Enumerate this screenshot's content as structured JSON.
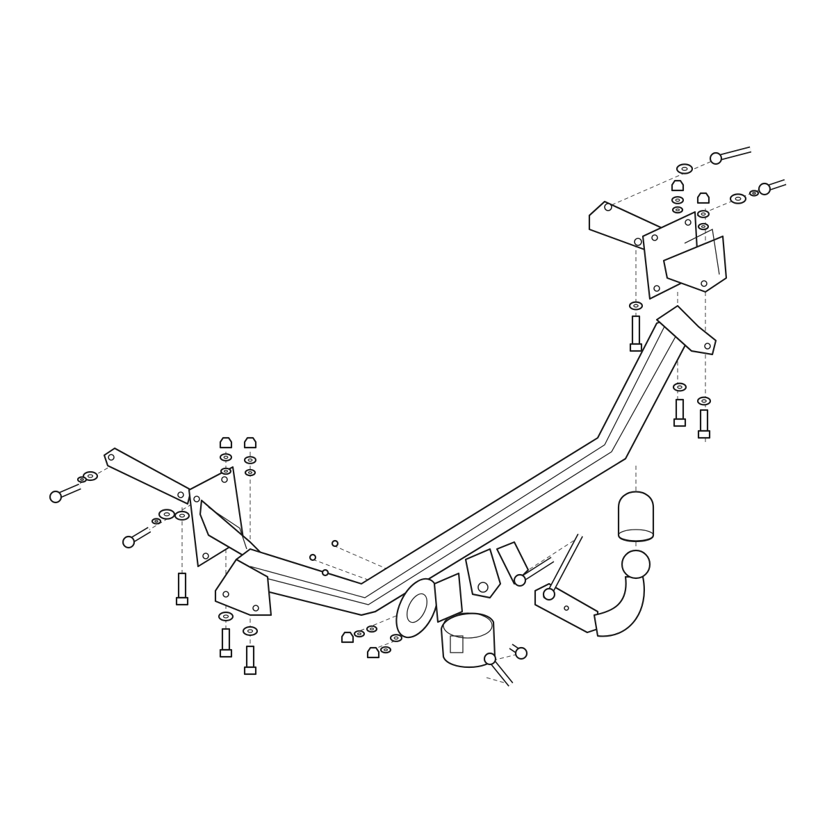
{
  "diagram": {
    "type": "exploded-assembly-line-drawing",
    "colors": {
      "line": "#1a1a1a",
      "background": "#ffffff"
    },
    "parts": [
      "crossbar-tube",
      "left-mounting-bracket",
      "right-mounting-bracket",
      "tow-ball-neck",
      "tow-ball",
      "ball-cover",
      "electrical-socket",
      "socket-plate",
      "bolts",
      "nuts",
      "washers"
    ]
  }
}
